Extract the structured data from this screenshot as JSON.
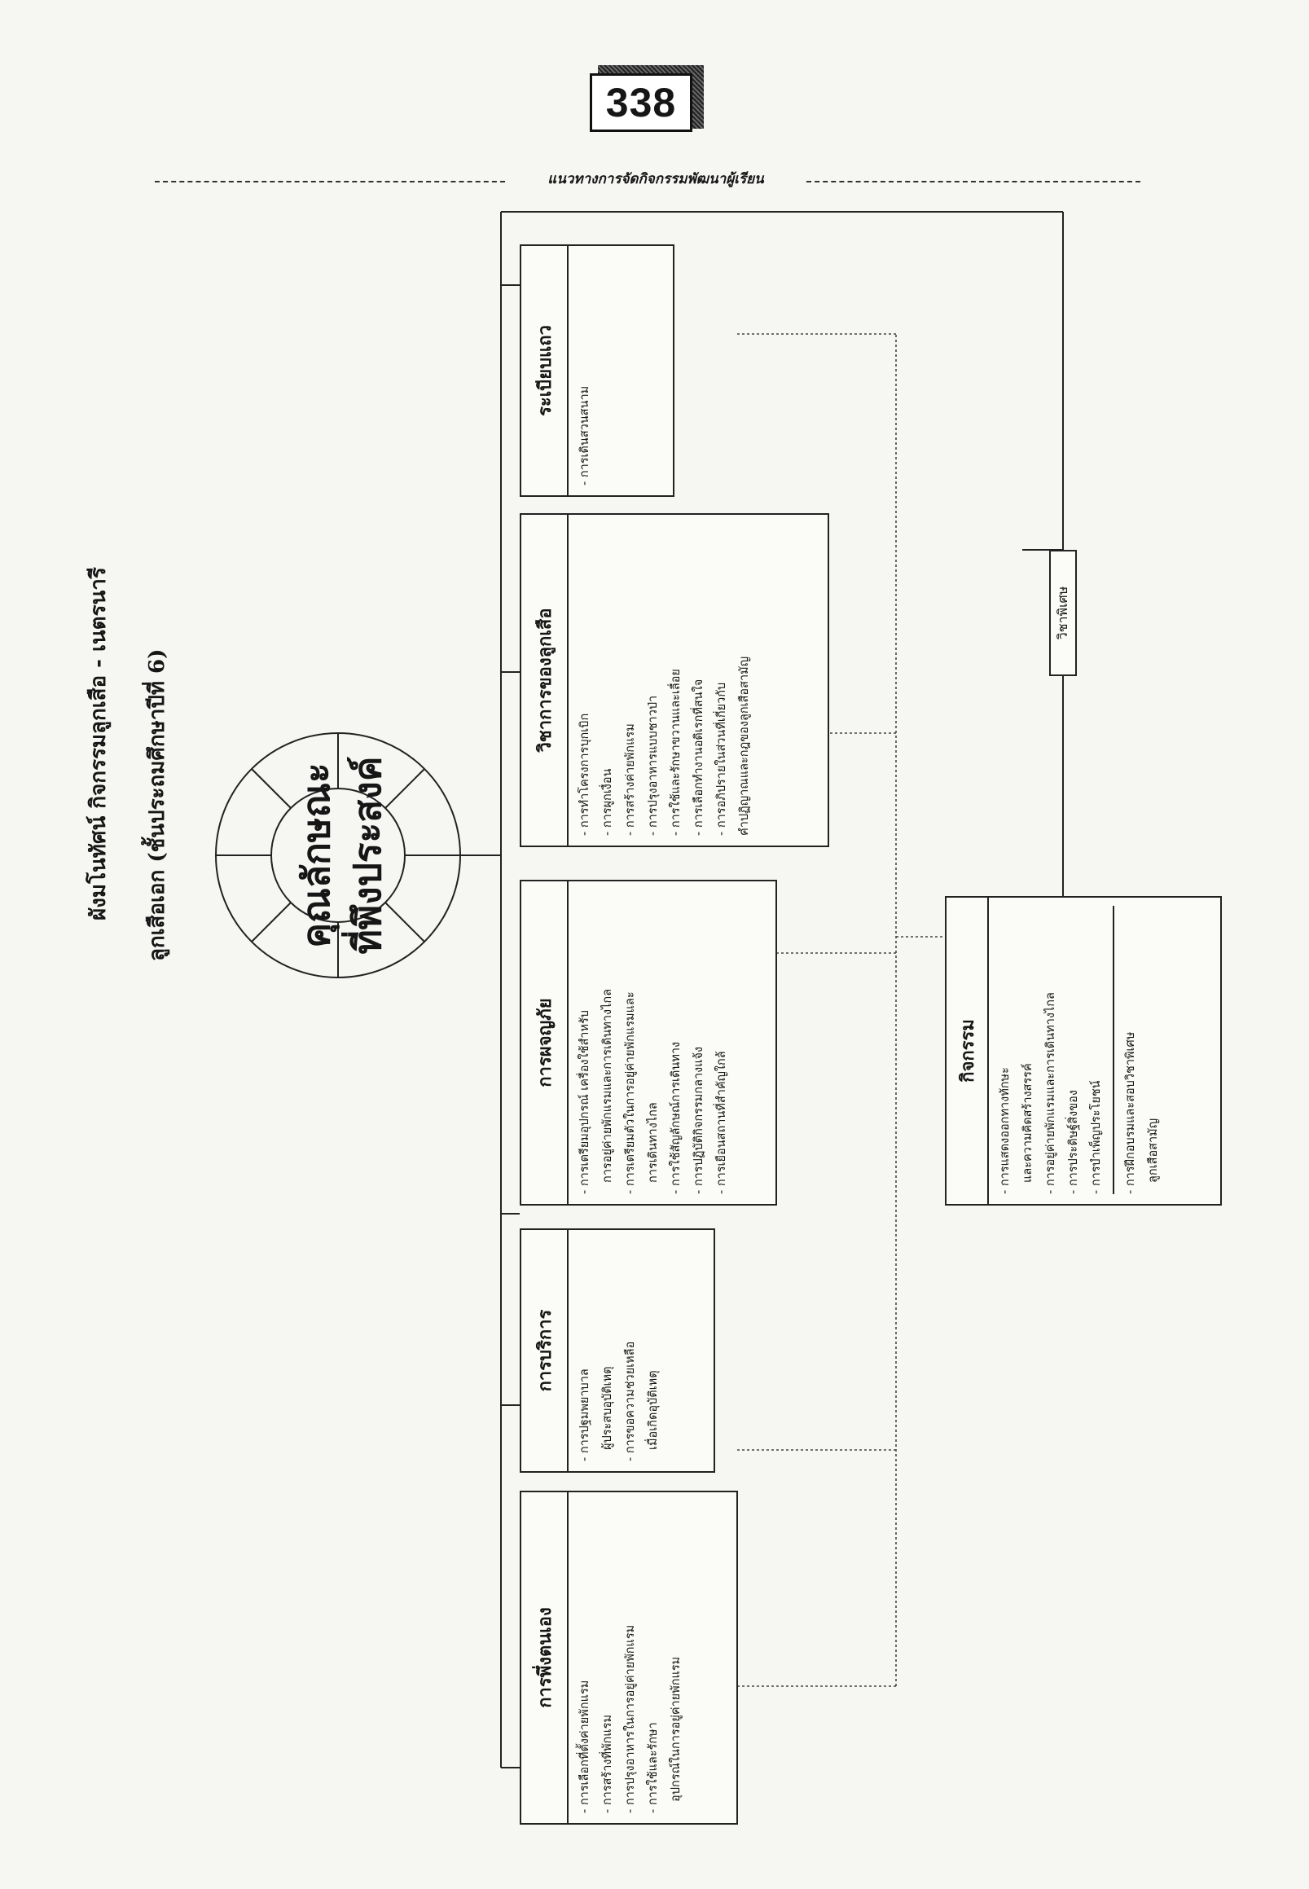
{
  "page_number": "338",
  "header_title": "แนวทางการจัดกิจกรรมพัฒนาผู้เรียน",
  "diagram": {
    "title": "ผังมโนทัศน์ กิจกรรมลูกเสือ - เนตรนารี",
    "subtitle": "ลูกเสือเอก (ชั้นประถมศึกษาปีที่ 6)",
    "center_top": "คุณลักษณะ",
    "center_bottom": "ที่พึงประสงค์",
    "connector_label": "วิชาพิเศษ",
    "branches": [
      {
        "heading": "การพึ่งตนเอง",
        "items": [
          "- การเลือกที่ตั้งค่ายพักแรม",
          "- การสร้างที่พักแรม",
          "- การปรุงอาหารในการอยู่ค่ายพักแรม",
          "- การใช้และรักษา",
          "อุปกรณ์ในการอยู่ค่ายพักแรม"
        ]
      },
      {
        "heading": "การบริการ",
        "items": [
          "- การปฐมพยาบาล",
          "ผู้ประสบอุบัติเหตุ",
          "- การขอความช่วยเหลือ",
          "เมื่อเกิดอุบัติเหตุ"
        ]
      },
      {
        "heading": "การผจญภัย",
        "items": [
          "- การเตรียมอุปกรณ์ เครื่องใช้สำหรับ",
          "การอยู่ค่ายพักแรมและการเดินทางไกล",
          "- การเตรียมตัวในการอยู่ค่ายพักแรมและ",
          "การเดินทางไกล",
          "- การใช้สัญลักษณ์การเดินทาง",
          "- การปฏิบัติกิจกรรมกลางแจ้ง",
          "- การเยือนสถานที่สำคัญใกล้"
        ]
      },
      {
        "heading": "วิชาการของลูกเสือ",
        "items": [
          "- การทำโครงการบุกเบิก",
          "- การผูกเงื่อน",
          "- การสร้างค่ายพักแรม",
          "- การปรุงอาหารแบบชาวป่า",
          "- การใช้และรักษาขวานและเลื่อย",
          "- การเลือกทำงานอดิเรกที่สนใจ",
          "- การอภิปรายในส่วนที่เกี่ยวกับ",
          "คำปฏิญาณและกฎของลูกเสือสามัญ"
        ]
      },
      {
        "heading": "ระเบียบแถว",
        "items": [
          "- การเดินสวนสนาม"
        ]
      }
    ],
    "activities": {
      "heading": "กิจกรรม",
      "items": [
        "- การแสดงออกทางทักษะ",
        "และความคิดสร้างสรรค์",
        "- การอยู่ค่ายพักแรมและการเดินทางไกล",
        "- การประดิษฐ์สิ่งของ",
        "- การบำเพ็ญประโยชน์"
      ],
      "footer_items": [
        "- การฝึกอบรมและสอบวิชาพิเศษ",
        "ลูกเสือสามัญ"
      ]
    }
  }
}
